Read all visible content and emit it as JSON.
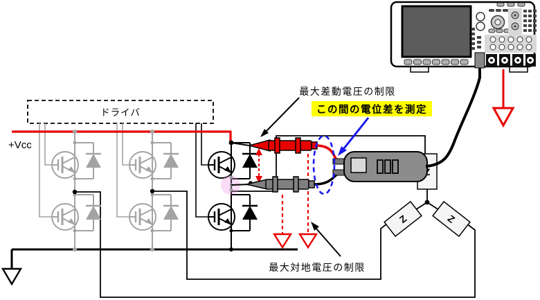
{
  "diagram": {
    "driver_label": "ドライバ",
    "vcc_label": "+Vcc",
    "annotations": {
      "diff_voltage_limit": "最大差動電圧の制限",
      "measure_note": "この間の電位差を測定",
      "ground_voltage_limit": "最大対地電圧の制限"
    },
    "loads": {
      "z_top": "Z",
      "z_left": "Z",
      "z_right": "Z"
    },
    "colors": {
      "wire_red": "#e80000",
      "wire_black": "#000000",
      "inactive_gray": "#a3a3a3",
      "highlight_yellow": "#ffff00",
      "arrow_blue": "#1a1aee",
      "pink_highlight": "#ef8fe0"
    }
  }
}
